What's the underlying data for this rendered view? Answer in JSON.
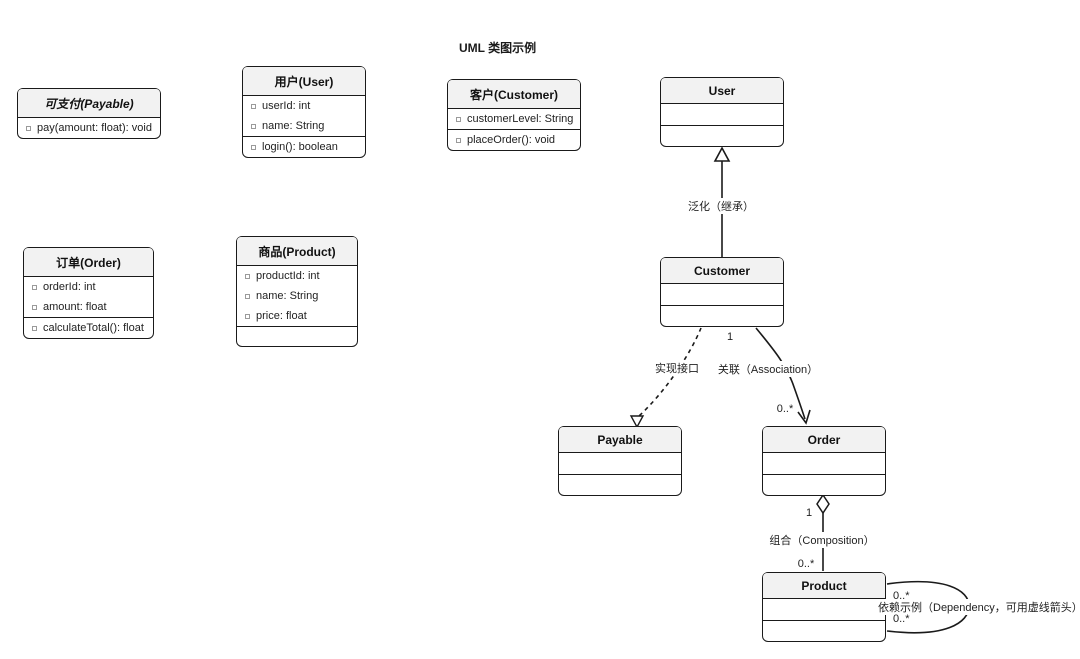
{
  "diagram_title": "UML 类图示例",
  "colors": {
    "border": "#1a1a1a",
    "header_fill": "#f2f2f2",
    "background": "#ffffff",
    "text": "#222222"
  },
  "detail_classes": {
    "payable": {
      "title": "可支付(Payable)",
      "stereotype": "abstract",
      "methods": [
        "pay(amount: float): void"
      ]
    },
    "user": {
      "title": "用户(User)",
      "attributes": [
        "userId: int",
        "name: String"
      ],
      "methods": [
        "login(): boolean"
      ]
    },
    "customer": {
      "title": "客户(Customer)",
      "attributes": [
        "customerLevel: String"
      ],
      "methods": [
        "placeOrder(): void"
      ]
    },
    "order": {
      "title": "订单(Order)",
      "attributes": [
        "orderId: int",
        "amount: float"
      ],
      "methods": [
        "calculateTotal(): float"
      ]
    },
    "product": {
      "title": "商品(Product)",
      "attributes": [
        "productId: int",
        "name: String",
        "price: float"
      ],
      "methods": []
    }
  },
  "simple_classes": {
    "user": "User",
    "customer": "Customer",
    "payable": "Payable",
    "order": "Order",
    "product": "Product"
  },
  "relationships": {
    "generalization": {
      "label": "泛化（继承）"
    },
    "realization": {
      "label": "实现接口"
    },
    "association": {
      "label": "关联（Association）",
      "source_multiplicity": "1",
      "target_multiplicity": "0..*"
    },
    "composition": {
      "label": "组合（Composition）",
      "source_multiplicity": "1",
      "target_multiplicity": "0..*"
    },
    "dependency": {
      "label": "依赖示例（Dependency，可用虚线箭头）",
      "top_multiplicity": "0..*",
      "bottom_multiplicity": "0..*"
    }
  }
}
